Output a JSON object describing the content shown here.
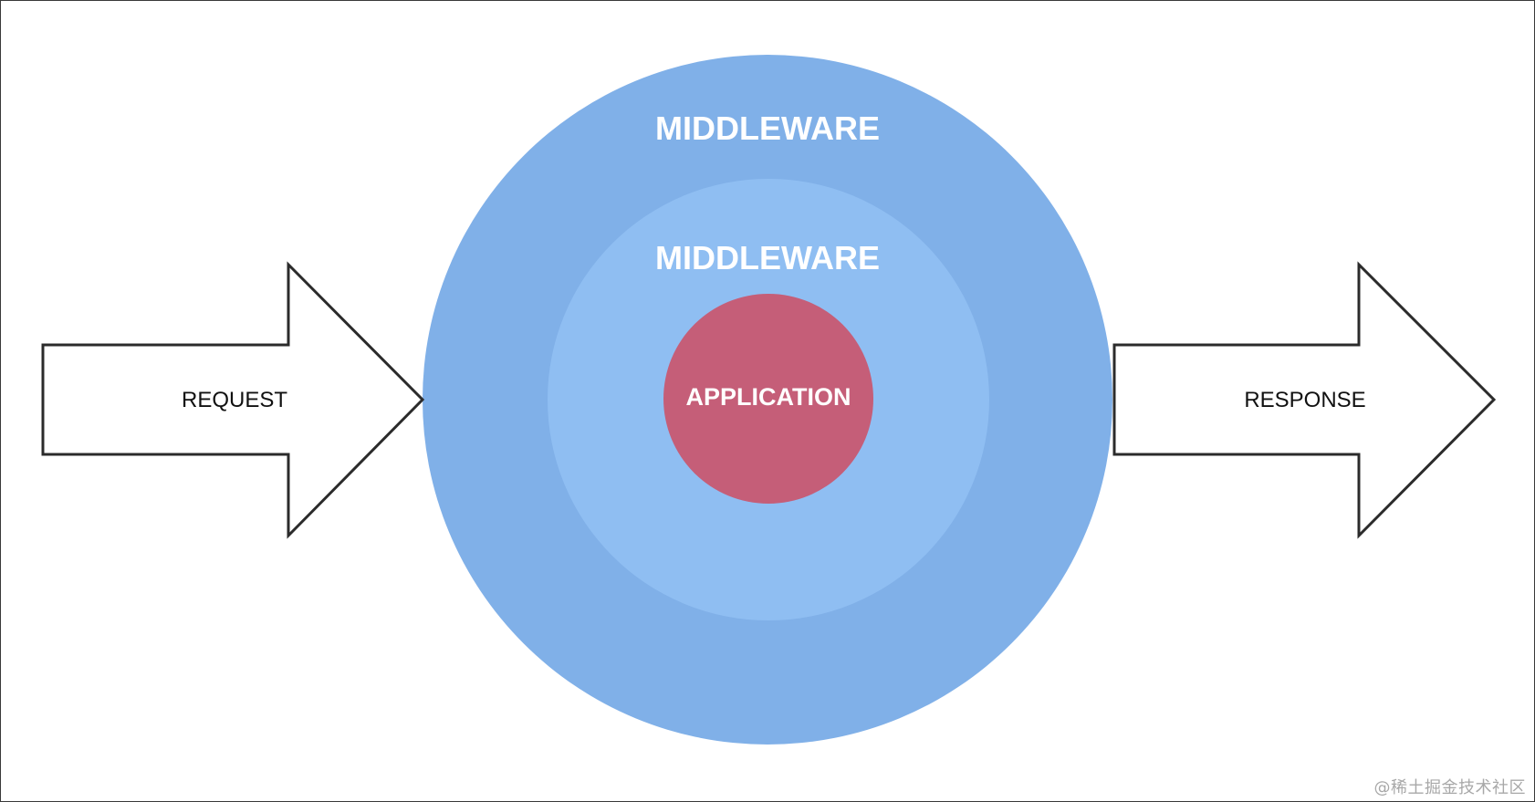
{
  "diagram": {
    "colors": {
      "outer_ring": "#80B0E8",
      "inner_ring": "#8FBEF2",
      "core": "#C55E78",
      "arrow_fill": "#FFFFFF",
      "arrow_stroke": "#2B2B2B",
      "ring_text": "#FFFFFF",
      "arrow_text": "#111111"
    },
    "request": {
      "label": "REQUEST"
    },
    "outer_middleware": {
      "label": "MIDDLEWARE"
    },
    "inner_middleware": {
      "label": "MIDDLEWARE"
    },
    "application": {
      "label": "APPLICATION"
    },
    "response": {
      "label": "RESPONSE"
    }
  },
  "watermark": {
    "text": "@稀土掘金技术社区"
  }
}
